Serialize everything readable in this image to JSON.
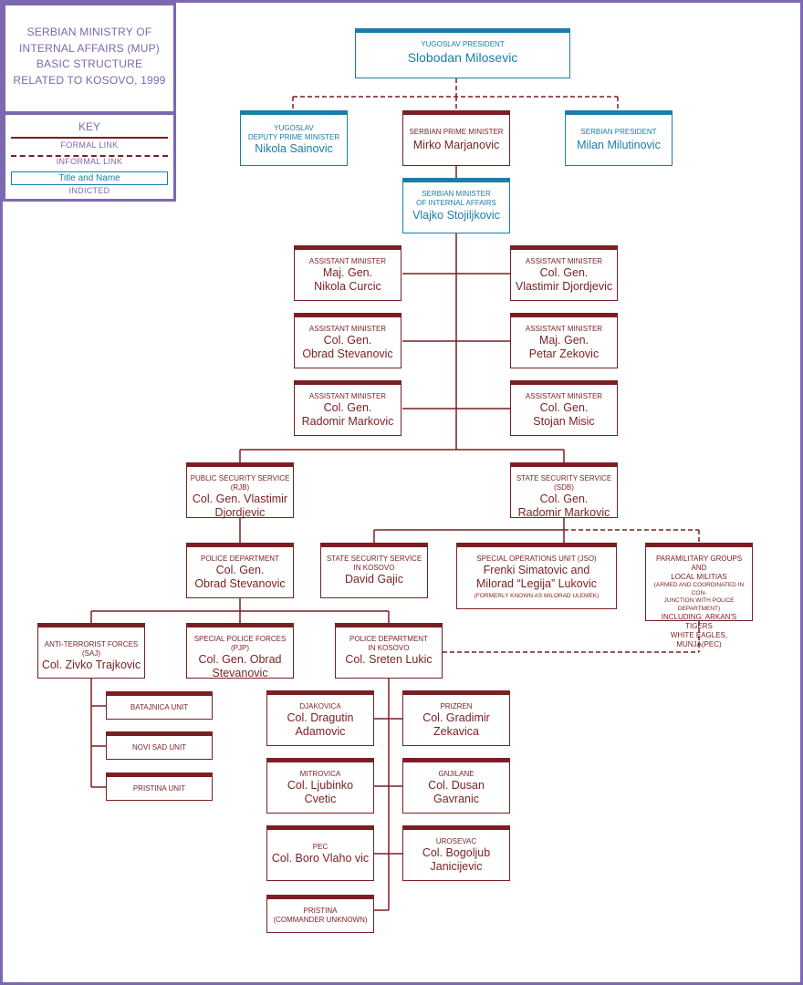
{
  "title_panel": {
    "lines": [
      "SERBIAN  MINISTRY OF",
      "INTERNAL AFFAIRS  (MUP)",
      "BASIC  STRUCTURE",
      "RELATED TO KOSOVO, 1999"
    ]
  },
  "key": {
    "title": "KEY",
    "formal": "FORMAL LINK",
    "informal": "INFORMAL LINK",
    "title_name": "Title and Name",
    "indicted": "INDICTED"
  },
  "nodes": {
    "president": {
      "title": "YUGOSLAV PRESIDENT",
      "name": "Slobodan Milosevic"
    },
    "deputy_pm": {
      "title1": "YUGOSLAV",
      "title2": "DEPUTY PRIME MINISTER",
      "name": "Nikola Sainovic"
    },
    "prime_minister": {
      "title": "SERBIAN PRIME MINISTER",
      "name": "Mirko Marjanovic"
    },
    "serbian_president": {
      "title": "SERBIAN PRESIDENT",
      "name": "Milan Milutinovic"
    },
    "interior_minister": {
      "title1": "SERBIAN MINISTER",
      "title2": "OF INTERNAL AFFAIRS",
      "name": "Vlajko Stojiljkovic"
    },
    "am1": {
      "title": "ASSISTANT MINISTER",
      "name1": "Maj. Gen.",
      "name2": "Nikola Curcic"
    },
    "am2": {
      "title": "ASSISTANT MINISTER",
      "name1": "Col. Gen.",
      "name2": "Vlastimir Djordjevic"
    },
    "am3": {
      "title": "ASSISTANT MINISTER",
      "name1": "Col. Gen.",
      "name2": "Obrad Stevanovic"
    },
    "am4": {
      "title": "ASSISTANT MINISTER",
      "name1": "Maj. Gen.",
      "name2": "Petar Zekovic"
    },
    "am5": {
      "title": "ASSISTANT MINISTER",
      "name1": "Col. Gen.",
      "name2": "Radomir Markovic"
    },
    "am6": {
      "title": "ASSISTANT MINISTER",
      "name1": "Col. Gen.",
      "name2": "Stojan Misic"
    },
    "rjb": {
      "title": "PUBLIC SECURITY SERVICE (RJB)",
      "name1": "Col. Gen. Vlastimir",
      "name2": "Djordjevic"
    },
    "sdb": {
      "title": "STATE SECURITY SERVICE (SDB)",
      "name1": "Col. Gen.",
      "name2": "Radomir Markovic"
    },
    "police_dept": {
      "title": "POLICE DEPARTMENT",
      "name1": "Col. Gen.",
      "name2": "Obrad Stevanovic"
    },
    "sss_kosovo": {
      "title1": "STATE SECURITY SERVICE",
      "title2": "IN KOSOVO",
      "name": "David Gajic"
    },
    "jso": {
      "title": "SPECIAL OPERATIONS UNIT (JSO)",
      "name1": "Frenki Simatovic and",
      "name2": "Milorad “Legija” Lukovic",
      "note": "(FORMERLY KNOWN AS MILORAD ULEMEK)"
    },
    "paramilitary": {
      "title1": "PARAMILITARY GROUPS AND",
      "title2": "LOCAL MILITIAS",
      "note1": "(ARMED AND COORDINATED IN CON-",
      "note2": "JUNCTION WITH POLICE DEPARTMENT)",
      "inc1": "INCLUDING: ARKAN'S TIGERS",
      "inc2": "WHITE EAGLES, MUNJA(PEC)"
    },
    "saj": {
      "title": "ANTI-TERRORIST FORCES (SAJ)",
      "name": "Col. Zivko Trajkovic"
    },
    "pjp": {
      "title": "SPECIAL POLICE FORCES (PJP)",
      "name1": "Col. Gen. Obrad",
      "name2": "Stevanovic"
    },
    "pd_kosovo": {
      "title1": "POLICE DEPARTMENT",
      "title2": "IN KOSOVO",
      "name": "Col. Sreten Lukic"
    },
    "batajnica": {
      "title": "BATAJNICA UNIT"
    },
    "novi_sad": {
      "title": "NOVI SAD UNIT"
    },
    "pristina_unit": {
      "title": "PRISTINA  UNIT"
    },
    "djakovica": {
      "title": "DJAKOVICA",
      "name1": "Col. Dragutin",
      "name2": "Adamovic"
    },
    "prizren": {
      "title": "PRIZREN",
      "name1": "Col. Gradimir",
      "name2": "Zekavica"
    },
    "mitrovica": {
      "title": "MITROVICA",
      "name1": "Col. Ljubinko",
      "name2": "Cvetic"
    },
    "gnjilane": {
      "title": "GNJILANE",
      "name1": "Col. Dusan",
      "name2": "Gavranic"
    },
    "pec": {
      "title": "PEC",
      "name": "Col. Boro Vlaho vic"
    },
    "urosevac": {
      "title": "UROSEVAC",
      "name1": "Col. Bogoljub",
      "name2": "Janicijevic"
    },
    "pristina": {
      "title": "PRISTINA",
      "note": "(COMMANDER UNKNOWN)"
    }
  },
  "colors": {
    "formal": "#7a1f24",
    "indicted": "#1a7ea8",
    "panel": "#7b68b0"
  }
}
